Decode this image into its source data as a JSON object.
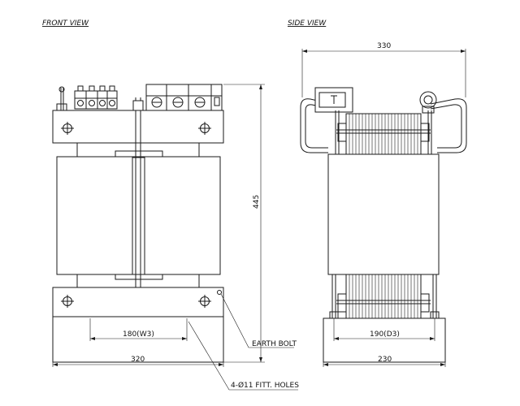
{
  "views": {
    "front_title": "FRONT VIEW",
    "side_title": "SIDE VIEW"
  },
  "dimensions": {
    "front_height": "445",
    "front_mount_spacing": "180(W3)",
    "front_width": "320",
    "side_width": "330",
    "side_mount_spacing": "190(D3)",
    "side_base_width": "230"
  },
  "callouts": {
    "earth_bolt": "EARTH BOLT",
    "fitting_holes": "4-Ø11 FITT. HOLES"
  },
  "colors": {
    "line": "#1a1a1a",
    "background": "#ffffff"
  }
}
